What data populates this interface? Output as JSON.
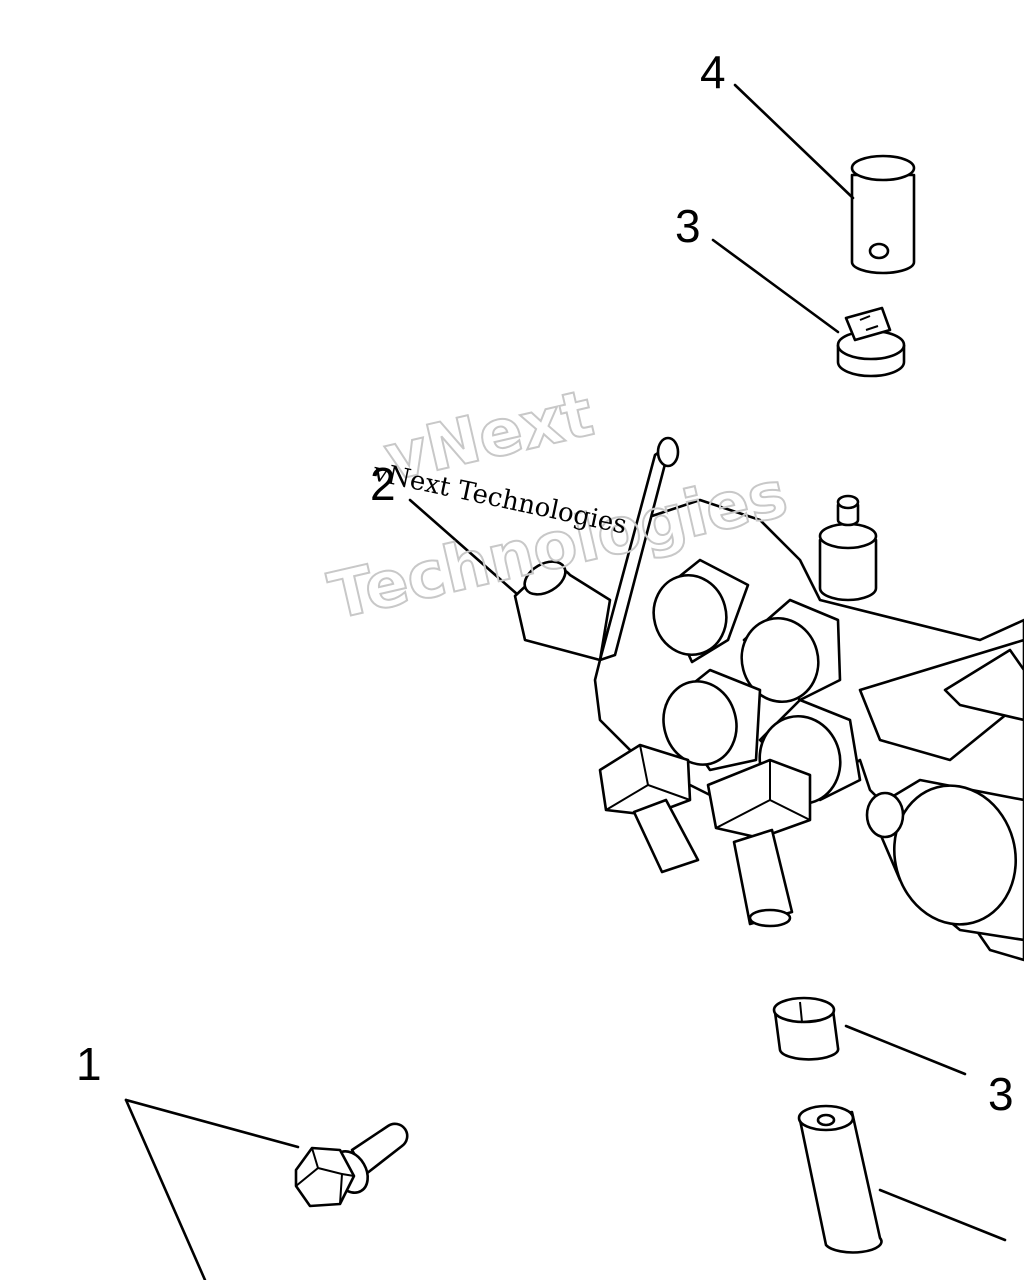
{
  "callouts": {
    "c1": "1",
    "c2": "2",
    "c3_top": "3",
    "c3_bottom": "3",
    "c4": "4"
  },
  "watermark": {
    "outline_line1": "vNext",
    "outline_line2": "Technologies",
    "small": "vNext Technologies"
  },
  "colors": {
    "line": "#000000",
    "background": "#ffffff",
    "watermark_outline": "#c8c8c8"
  }
}
